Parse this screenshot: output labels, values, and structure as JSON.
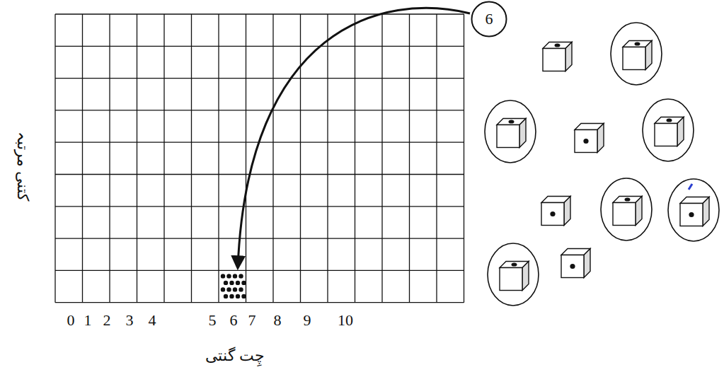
{
  "diagram": {
    "nodes": [
      {
        "text": [
          "6"
        ]
      }
    ],
    "labels": [
      "0",
      "1",
      "2",
      "3",
      "4",
      "5",
      "6",
      "7",
      "8",
      "9",
      "10",
      "کتنی مرتبہ",
      "چِت گنتی"
    ]
  }
}
